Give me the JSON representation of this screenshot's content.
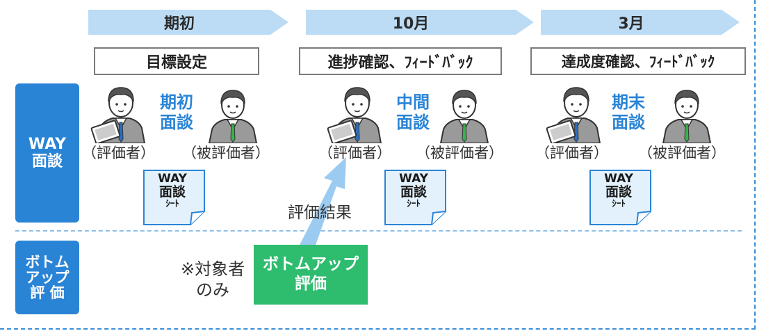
{
  "phases": [
    "期初",
    "10月",
    "3月"
  ],
  "stages": [
    "目標設定",
    "進捗確認、ﾌｨｰﾄﾞﾊﾞｯｸ",
    "達成度確認、ﾌｨｰﾄﾞﾊﾞｯｸ"
  ],
  "side_way": [
    "WAY",
    "面談"
  ],
  "side_bottomup": [
    "ボトム",
    "アップ",
    "評 価"
  ],
  "meetings": [
    [
      "期初",
      "面談"
    ],
    [
      "中間",
      "面談"
    ],
    [
      "期末",
      "面談"
    ]
  ],
  "roles": {
    "evaluator": "（評価者）",
    "evaluatee": "（被評価者）"
  },
  "sheet": [
    "WAY",
    "面談",
    "ｼｰﾄ"
  ],
  "eval_result": "評価結果",
  "note": [
    "※対象者",
    "のみ"
  ],
  "bottomup_box": [
    "ボトムアップ",
    "評価"
  ],
  "colors": {
    "blue": "#2a84d6",
    "light_blue": "#bcdcf5",
    "green": "#2ebc6e"
  }
}
